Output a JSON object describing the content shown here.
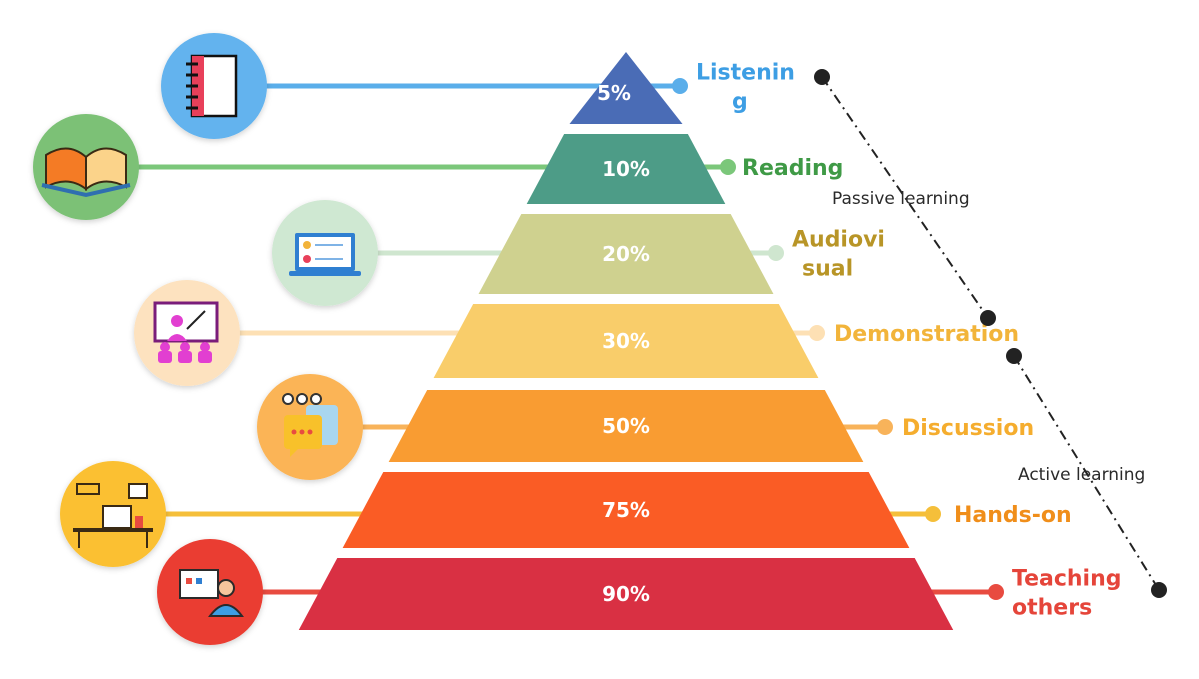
{
  "levels": [
    {
      "percent": "5%",
      "label_lines": [
        "Listenin",
        "g"
      ],
      "color": "#4a6cb6",
      "line_color": "#5aaeea",
      "label_color": "#3d9ee4",
      "icon": "notebook-icon",
      "icon_bg": "#63b3ee"
    },
    {
      "percent": "10%",
      "label_lines": [
        "Reading"
      ],
      "color": "#4d9c87",
      "line_color": "#7bc77a",
      "label_color": "#3f9a46",
      "icon": "open-book-icon",
      "icon_bg": "#7cc176"
    },
    {
      "percent": "20%",
      "label_lines": [
        "Audiovi",
        "sual"
      ],
      "color": "#cfd18f",
      "line_color": "#cfe6cf",
      "label_color": "#b89527",
      "icon": "laptop-icon",
      "icon_bg": "#cfe8d2"
    },
    {
      "percent": "30%",
      "label_lines": [
        "Demonstration"
      ],
      "color": "#f9cd6a",
      "line_color": "#fde0b4",
      "label_color": "#f2b43a",
      "icon": "presentation-board-icon",
      "icon_bg": "#fde2bf"
    },
    {
      "percent": "50%",
      "label_lines": [
        "Discussion"
      ],
      "color": "#f99c32",
      "line_color": "#f8b35a",
      "label_color": "#f5ad2e",
      "icon": "chat-bubbles-icon",
      "icon_bg": "#fbb456"
    },
    {
      "percent": "75%",
      "label_lines": [
        "Hands-on"
      ],
      "color": "#fa5c25",
      "line_color": "#f5bf3a",
      "label_color": "#f08e1a",
      "icon": "workspace-desk-icon",
      "icon_bg": "#fbc030"
    },
    {
      "percent": "90%",
      "label_lines": [
        "Teaching",
        "others"
      ],
      "color": "#d93043",
      "line_color": "#e84b40",
      "label_color": "#e5453a",
      "icon": "teacher-icon",
      "icon_bg": "#ea3e30"
    }
  ],
  "groups": {
    "passive": "Passive learning",
    "active": "Active learning"
  }
}
